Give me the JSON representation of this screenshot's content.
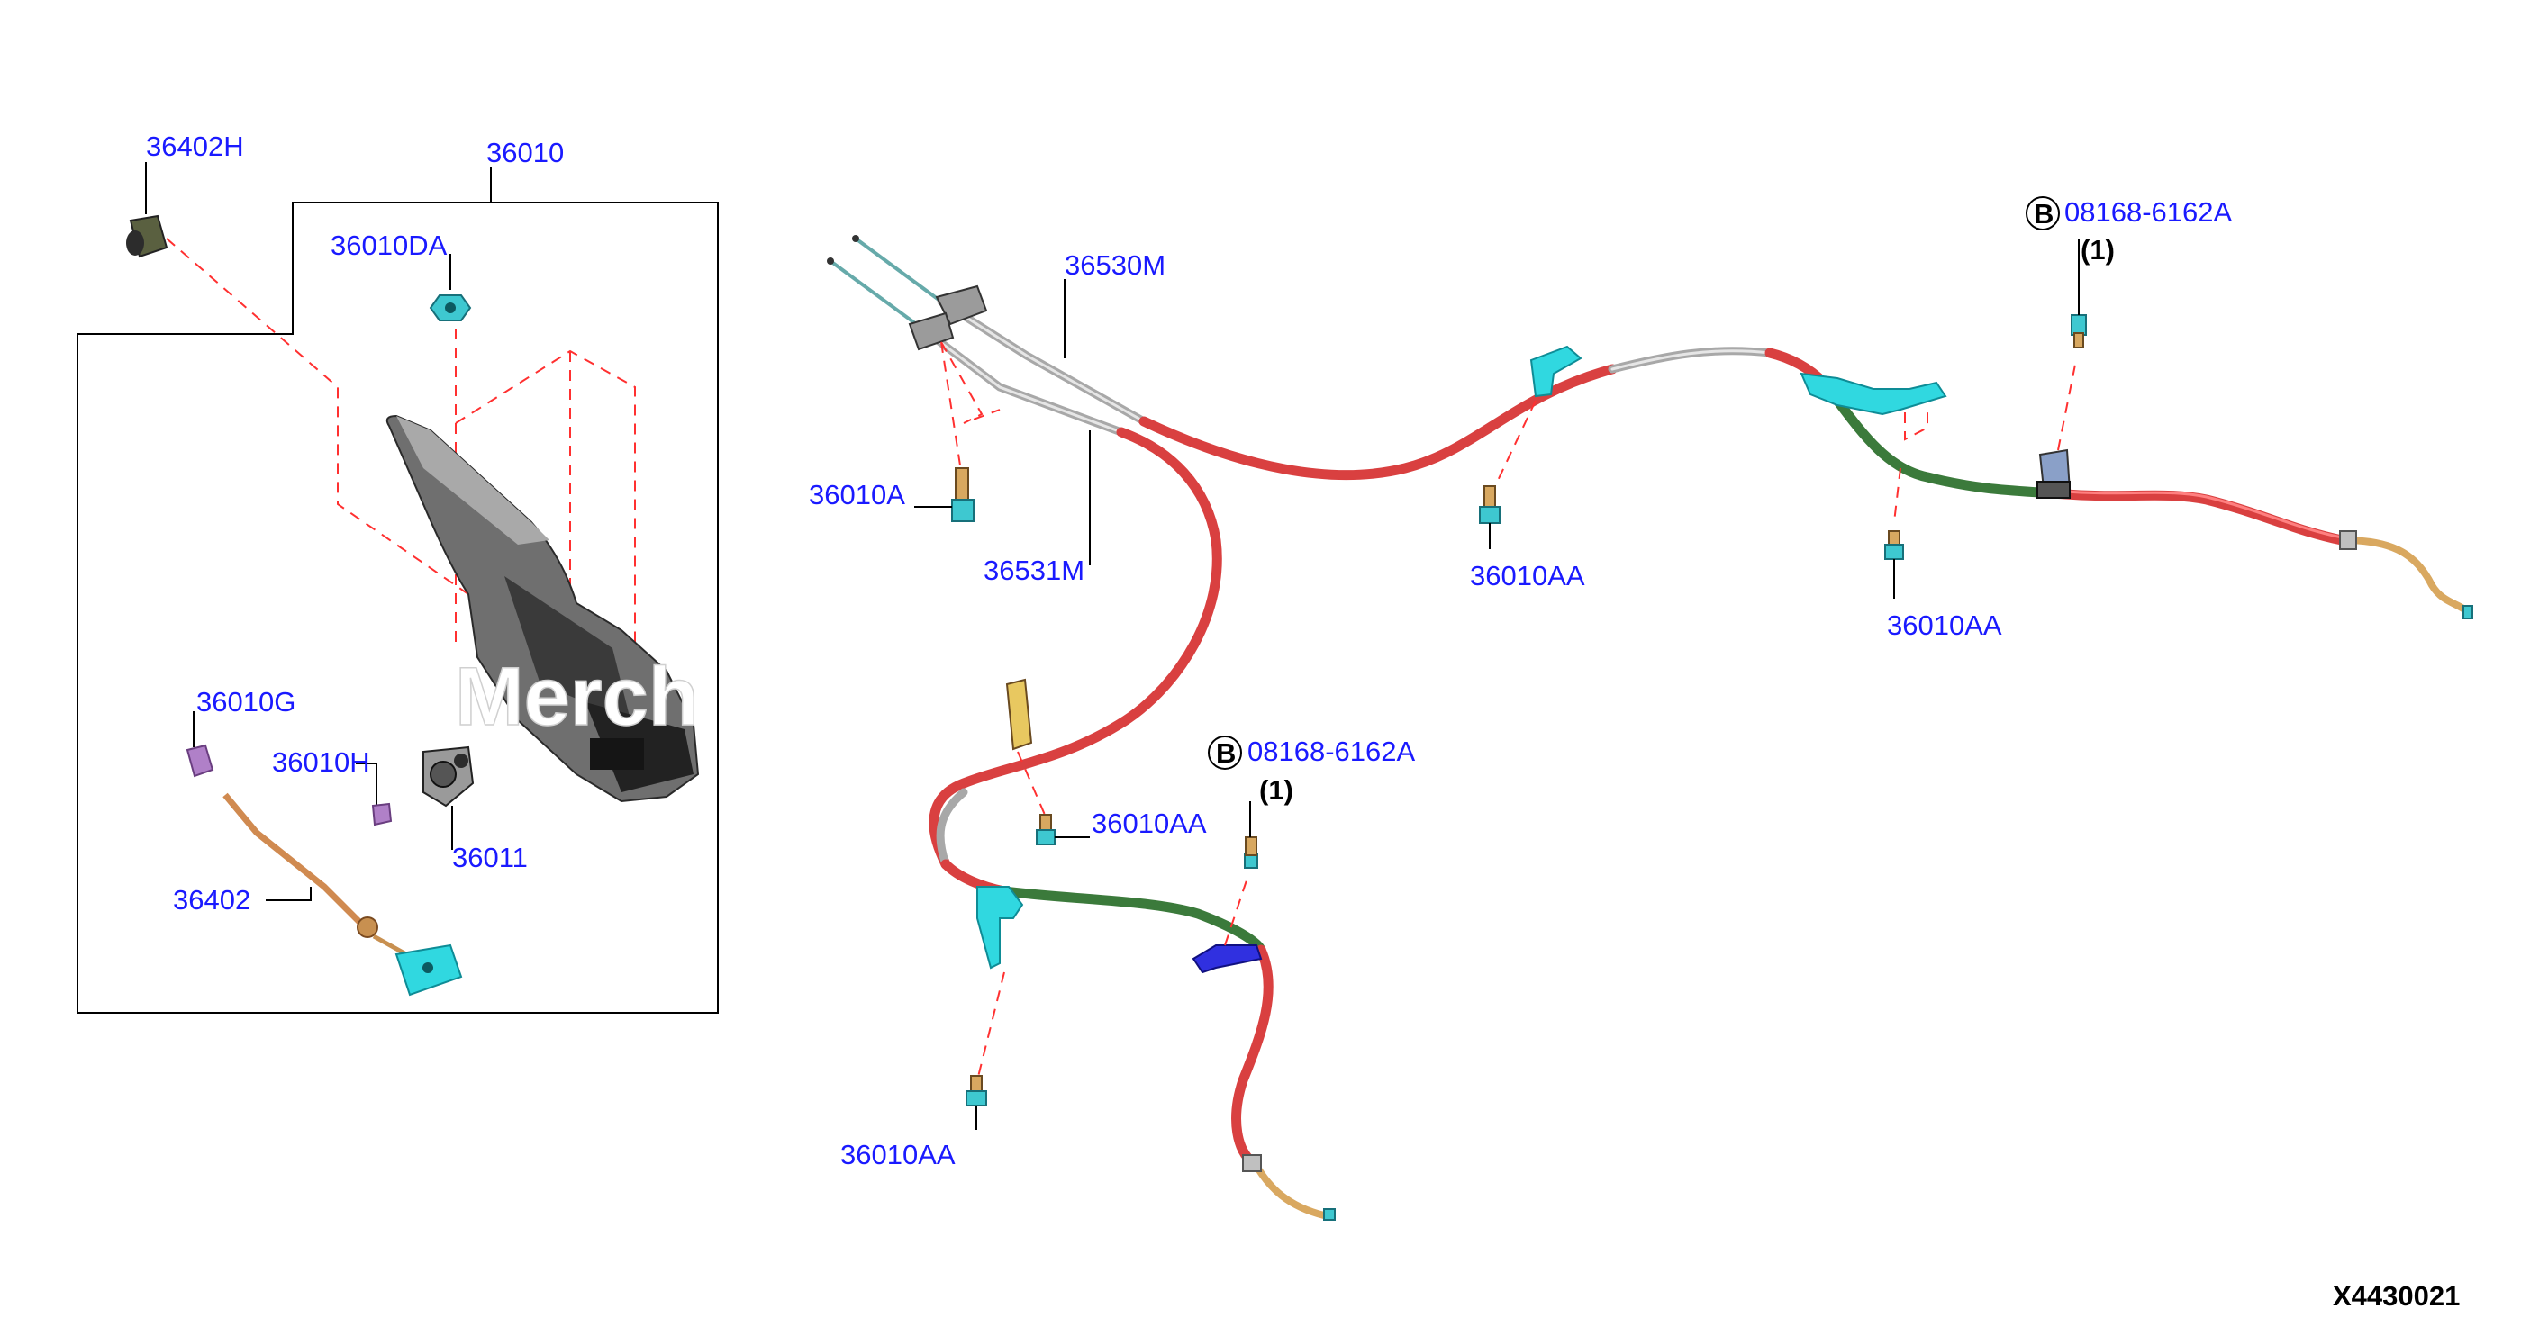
{
  "diagram": {
    "figure_code": "X4430021",
    "watermark": "Merch",
    "labels": {
      "l_36402H": "36402H",
      "l_36010": "36010",
      "l_36010DA": "36010DA",
      "l_36010G": "36010G",
      "l_36010H": "36010H",
      "l_36011": "36011",
      "l_36402": "36402",
      "l_36530M": "36530M",
      "l_36531M": "36531M",
      "l_36010A": "36010A",
      "l_36010AA_1": "36010AA",
      "l_36010AA_2": "36010AA",
      "l_36010AA_3": "36010AA",
      "l_36010AA_4": "36010AA",
      "l_08168_top": "08168-6162A",
      "l_08168_mid": "08168-6162A"
    },
    "notes": {
      "qty_top": "(1)",
      "qty_mid": "(1)"
    },
    "badges": {
      "b_top": "B",
      "b_mid": "B"
    },
    "colors": {
      "label": "#1a1aff",
      "leader_dash": "#ff3030",
      "cable_red": "#d94040",
      "cable_green": "#3b7a3b",
      "bracket": "#30d8e0"
    }
  }
}
